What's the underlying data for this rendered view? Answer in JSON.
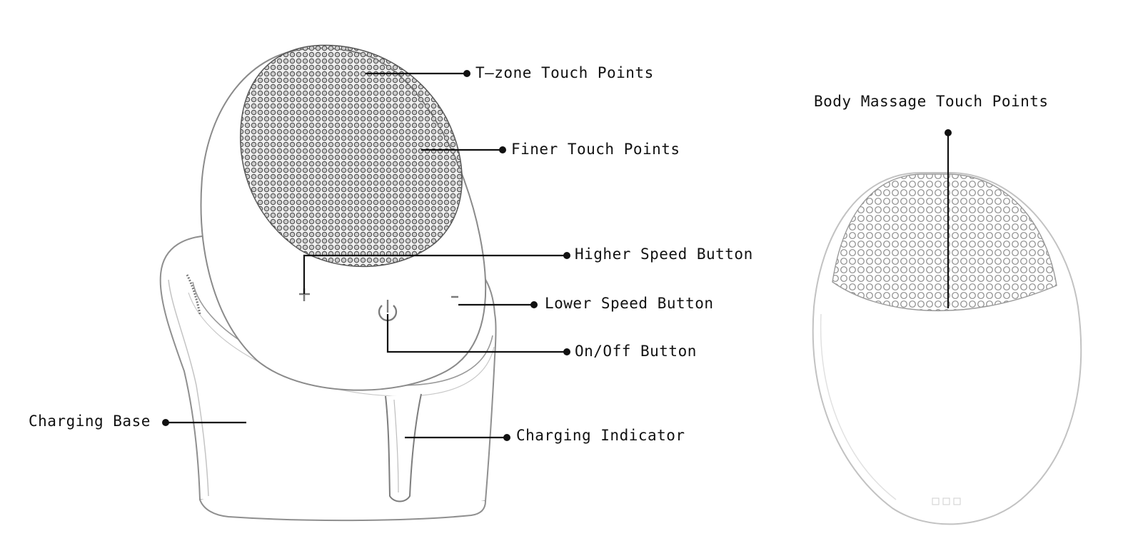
{
  "labels": {
    "tzone": "T—zone Touch Points",
    "finer": "Finer Touch Points",
    "higher_speed": "Higher Speed Button",
    "lower_speed": "Lower Speed Button",
    "on_off": "On/Off Button",
    "charging_indicator": "Charging Indicator",
    "charging_base": "Charging Base",
    "body_massage": "Body Massage Touch Points"
  },
  "colors": {
    "line": "#111111",
    "outline": "#9a9a9a",
    "dots": "#6d6d6d",
    "background": "#ffffff"
  }
}
